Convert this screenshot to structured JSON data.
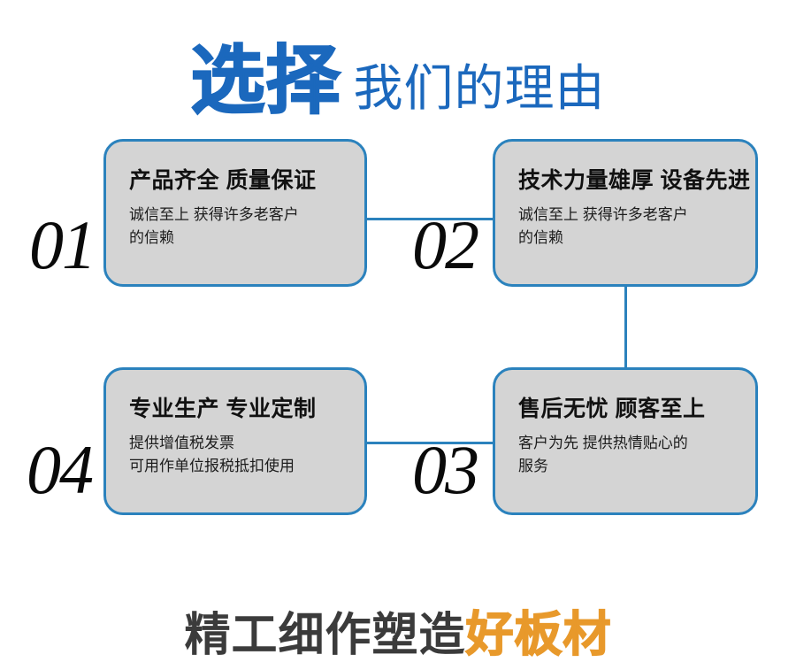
{
  "header": {
    "strong_text": "选择",
    "light_text": "我们的理由",
    "strong_color": "#1b68bd",
    "light_color": "#1b68bd"
  },
  "cards": [
    {
      "number": "01",
      "title": "产品齐全 质量保证",
      "body_lines": [
        "诚信至上 获得许多老客户",
        "的信赖"
      ],
      "body": "诚信至上 获得许多老客户的信赖"
    },
    {
      "number": "02",
      "title": "技术力量雄厚 设备先进",
      "body_lines": [
        "诚信至上 获得许多老客户",
        "的信赖"
      ],
      "body": "诚信至上 获得许多老客户的信赖"
    },
    {
      "number": "03",
      "title": "售后无忧 顾客至上",
      "body_lines": [
        "客户为先 提供热情贴心的",
        "服务"
      ],
      "body": "客户为先 提供热情贴心的服务"
    },
    {
      "number": "04",
      "title": "专业生产 专业定制",
      "body_lines": [
        "提供增值税发票",
        "可用作单位报税抵扣使用"
      ],
      "body": "提供增值税发票 可用作单位报税抵扣使用"
    }
  ],
  "footer": {
    "dark_text": "精工细作塑造",
    "accent_text": "好板材",
    "dark_color": "#3b3b3b",
    "accent_color": "#e8992b"
  },
  "style": {
    "card_background": "#d4d4d4",
    "card_border": "#2b82bd",
    "connector_color": "#2b82bd",
    "page_background": "#ffffff"
  }
}
